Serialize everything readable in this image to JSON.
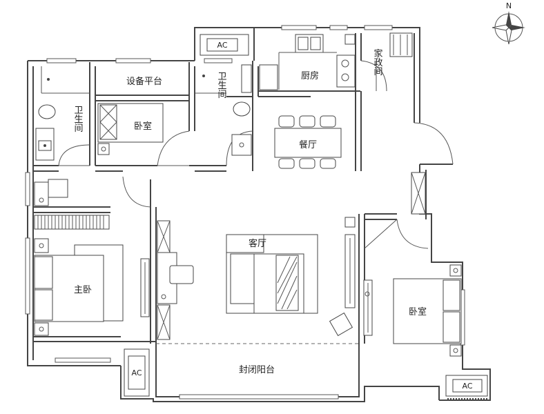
{
  "compass": {
    "north": "N"
  },
  "rooms": {
    "bath_left": "卫生间",
    "equipment": "设备平台",
    "bedroom_top": "卧室",
    "bath_mid": "卫生间",
    "kitchen": "厨房",
    "utility": "家政间",
    "dining": "餐厅",
    "living": "客厅",
    "master": "主卧",
    "bedroom_right": "卧室",
    "balcony": "封闭阳台"
  },
  "ac_units": {
    "top": "AC",
    "bottom_left": "AC",
    "bottom_right": "AC"
  }
}
